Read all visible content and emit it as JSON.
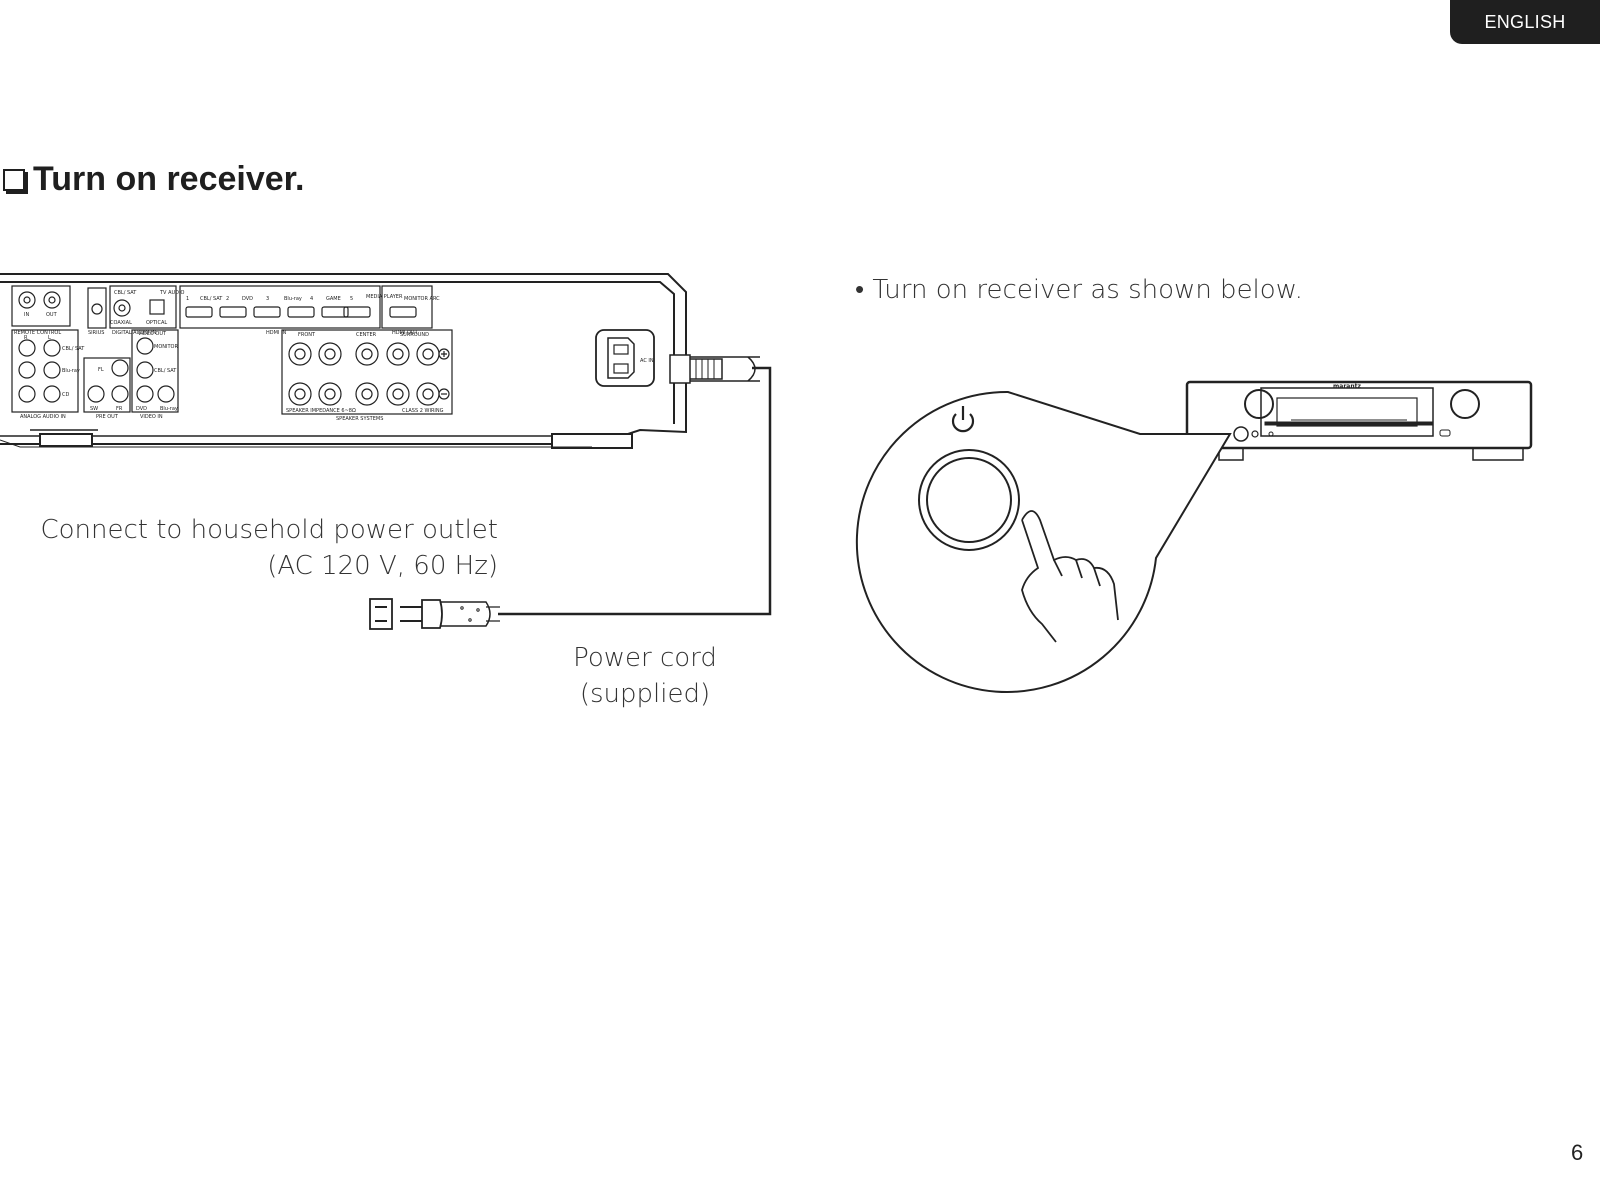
{
  "header": {
    "language_tab": "ENGLISH"
  },
  "section": {
    "title": "Turn on receiver."
  },
  "instruction": {
    "bullet": "•",
    "text": "Turn on receiver as shown below."
  },
  "rear_panel": {
    "labels": {
      "remote_control": "REMOTE CONTROL",
      "in": "IN",
      "out": "OUT",
      "sirius": "SIRIUS",
      "digital_audio_in": "DIGITAL AUDIO IN",
      "coaxial": "COAXIAL",
      "optical": "OPTICAL",
      "cbl_sat": "CBL/ SAT",
      "tv_audio": "TV AUDIO",
      "hdmi_in": "HDMI IN",
      "hdmi_out": "HDMI OUT",
      "hdmi_1": "1",
      "hdmi_2": "2",
      "hdmi_3": "3",
      "hdmi_4": "4",
      "hdmi_5": "5",
      "dvd": "DVD",
      "bluray": "Blu-ray",
      "game": "GAME",
      "media_player": "MEDIA PLAYER",
      "monitor_arc": "MONITOR ARC",
      "analog_audio_in": "ANALOG AUDIO IN",
      "cd": "CD",
      "r": "R",
      "l": "L",
      "pre_out": "PRE OUT",
      "sw": "SW",
      "fr": "FR",
      "fl": "FL",
      "video_in": "VIDEO IN",
      "video_out": "VIDEO OUT",
      "monitor": "MONITOR",
      "front": "FRONT",
      "center": "CENTER",
      "surround": "SURROUND",
      "speaker_systems": "SPEAKER SYSTEMS",
      "speaker_impedance": "SPEAKER IMPEDANCE 6~8Ω",
      "class2_wiring": "CLASS 2 WIRING",
      "ac_in": "AC IN"
    }
  },
  "front_panel": {
    "brand": "marantz"
  },
  "labels": {
    "outlet_line1": "Connect to household power outlet",
    "outlet_line2": "(AC 120 V, 60 Hz)",
    "cord_line1": "Power cord",
    "cord_line2": "(supplied)"
  },
  "footer": {
    "page_number": "6"
  }
}
